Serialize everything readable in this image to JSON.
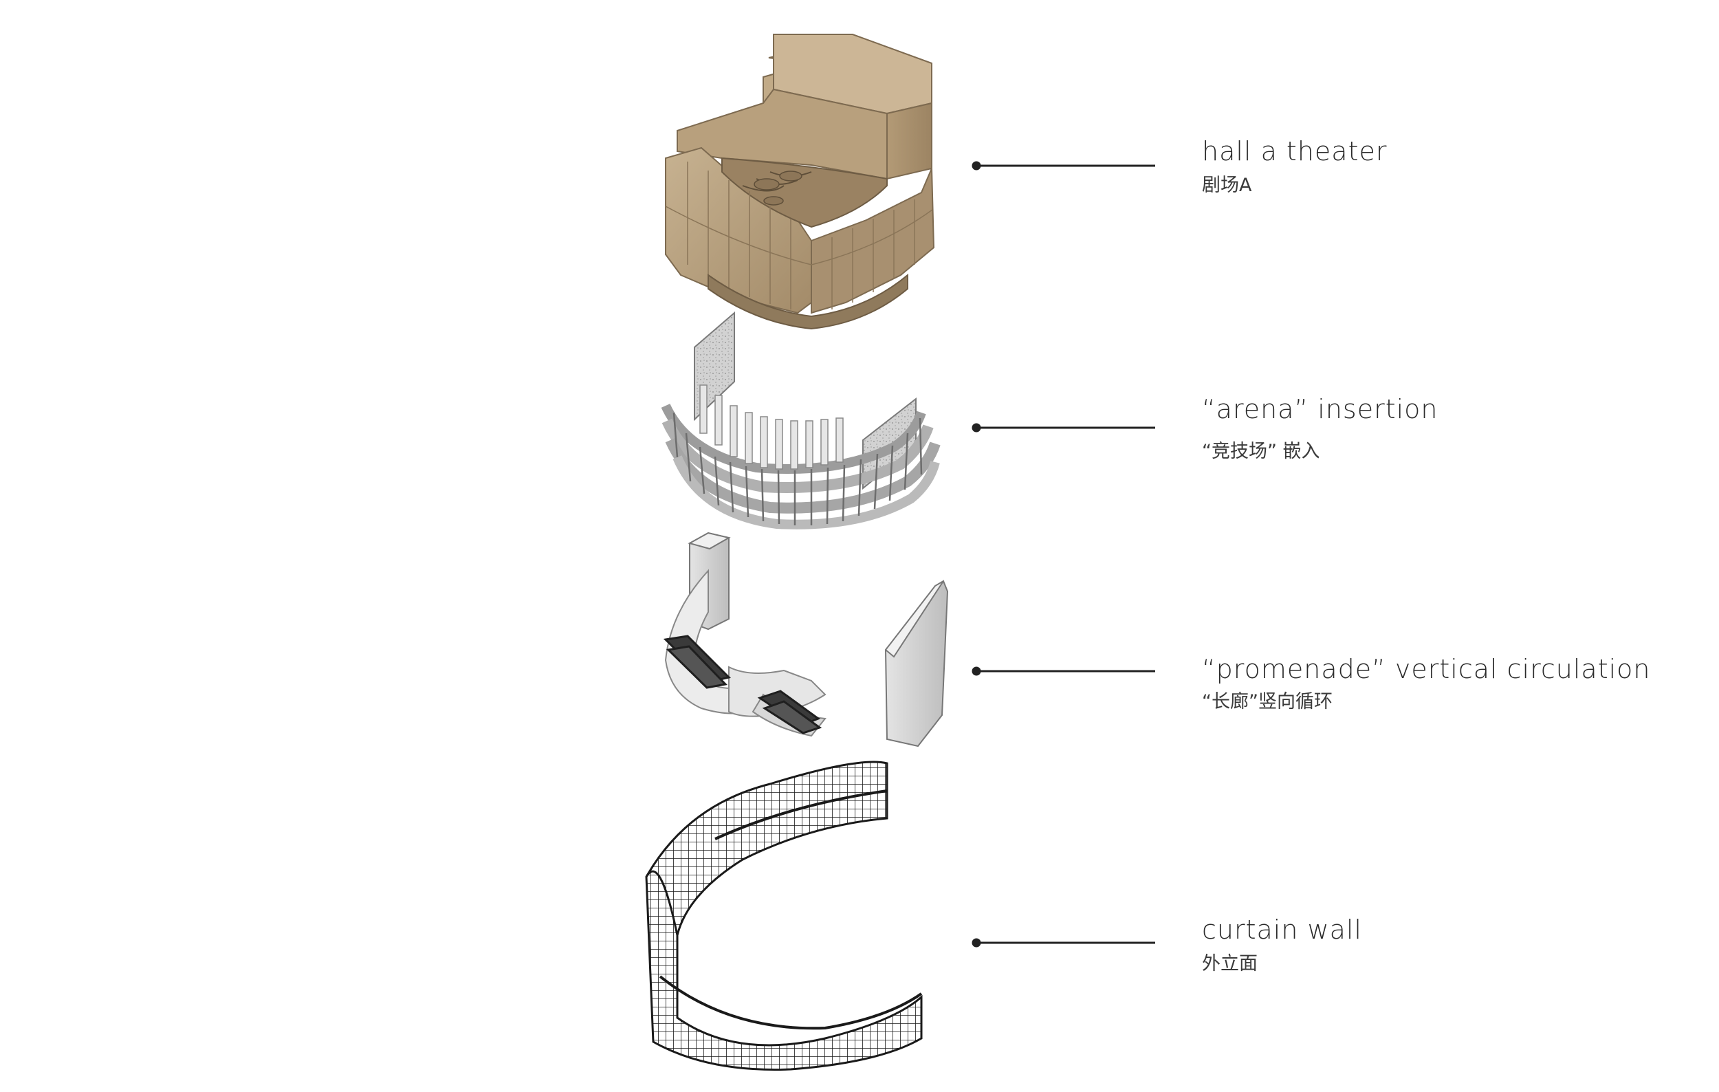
{
  "diagram": {
    "layers": [
      {
        "id": "hall",
        "label_en": "hall a theater",
        "label_zh": "剧场A"
      },
      {
        "id": "arena",
        "label_en": "“arena” insertion",
        "label_zh": "“竞技场”  嵌入"
      },
      {
        "id": "promenade",
        "label_en": "“promenade” vertical circulation",
        "label_zh": "“长廊”竖向循环"
      },
      {
        "id": "curtain",
        "label_en": "curtain wall",
        "label_zh": "外立面"
      }
    ],
    "colors": {
      "wood": "#b59d7c",
      "wood_dark": "#8f7a5c",
      "concrete": "#d6d6d6",
      "concrete_dark": "#9a9a9a",
      "leader_line": "#222222",
      "grid_line": "#1a1a1a"
    }
  }
}
